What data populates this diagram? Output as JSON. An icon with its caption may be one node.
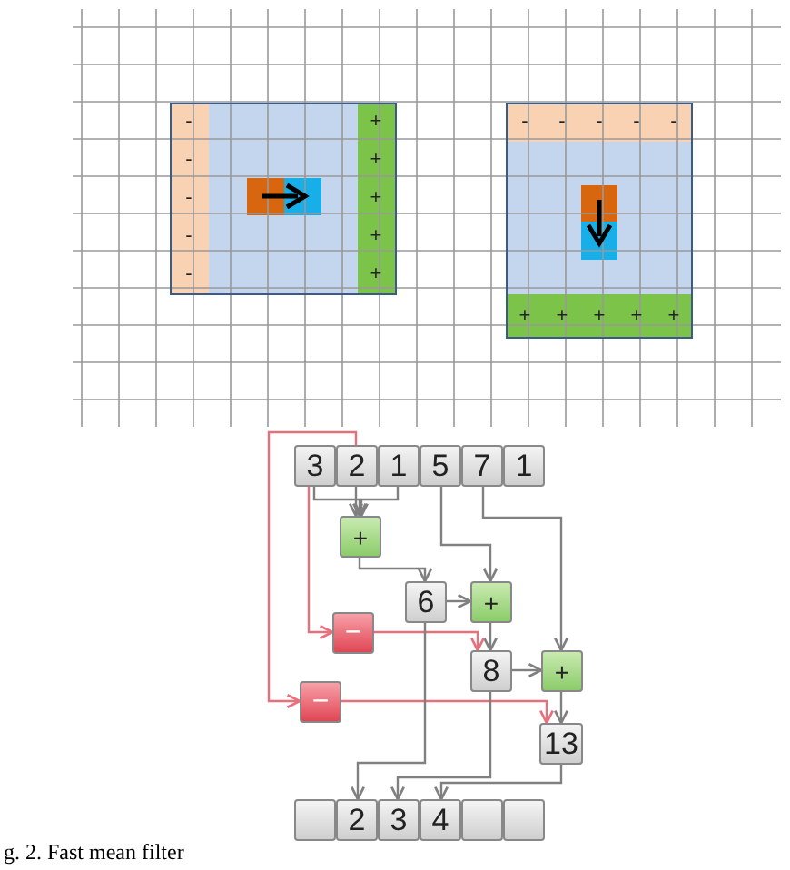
{
  "diagram": {
    "caption": "g. 2. Fast mean filter",
    "nodes": [
      {
        "text": [
          "3"
        ]
      },
      {
        "text": [
          "2"
        ]
      },
      {
        "text": [
          "1"
        ]
      },
      {
        "text": [
          "5"
        ]
      },
      {
        "text": [
          "7"
        ]
      },
      {
        "text": [
          "1"
        ]
      },
      {
        "text": [
          "+"
        ]
      },
      {
        "text": [
          "6"
        ]
      },
      {
        "text": [
          "+"
        ]
      },
      {
        "text": [
          "−"
        ]
      },
      {
        "text": [
          "8"
        ]
      },
      {
        "text": [
          "+"
        ]
      },
      {
        "text": [
          "−"
        ]
      },
      {
        "text": [
          "13"
        ]
      },
      {
        "text": [],
        "shape": "box"
      },
      {
        "text": [
          "2"
        ]
      },
      {
        "text": [
          "3"
        ]
      },
      {
        "text": [
          "4"
        ]
      },
      {
        "text": [],
        "shape": "box"
      },
      {
        "text": [],
        "shape": "box"
      }
    ],
    "edges": [
      {
        "from": 0,
        "to": 6,
        "arrow": "to"
      },
      {
        "from": 1,
        "to": 6,
        "arrow": "to"
      },
      {
        "from": 2,
        "to": 6,
        "arrow": "to"
      },
      {
        "from": 6,
        "to": 7,
        "arrow": "to"
      },
      {
        "from": 3,
        "to": 8,
        "arrow": "to"
      },
      {
        "from": 7,
        "to": 8,
        "arrow": "to"
      },
      {
        "from": 4,
        "to": 11,
        "arrow": "to"
      },
      {
        "from": 8,
        "to": 10,
        "arrow": "to"
      },
      {
        "from": 10,
        "to": 11,
        "arrow": "to"
      },
      {
        "from": 11,
        "to": 13,
        "arrow": "to"
      },
      {
        "from": 0,
        "to": 9,
        "arrow": "to",
        "color": "#e8707c"
      },
      {
        "from": 1,
        "to": 12,
        "arrow": "to",
        "color": "#e8707c"
      },
      {
        "from": 9,
        "to": 10,
        "arrow": "to",
        "color": "#e8707c"
      },
      {
        "from": 12,
        "to": 13,
        "arrow": "to",
        "color": "#e8707c"
      },
      {
        "from": 7,
        "to": 15,
        "arrow": "to"
      },
      {
        "from": 10,
        "to": 16,
        "arrow": "to"
      },
      {
        "from": 13,
        "to": 17,
        "arrow": "to"
      }
    ],
    "labels": [
      "-",
      "+",
      "-",
      "-",
      "-",
      "-",
      "-",
      "-",
      "+",
      "-",
      "+",
      "-",
      "+",
      "-",
      "+",
      "+",
      "+",
      "+",
      "+",
      "+"
    ]
  }
}
